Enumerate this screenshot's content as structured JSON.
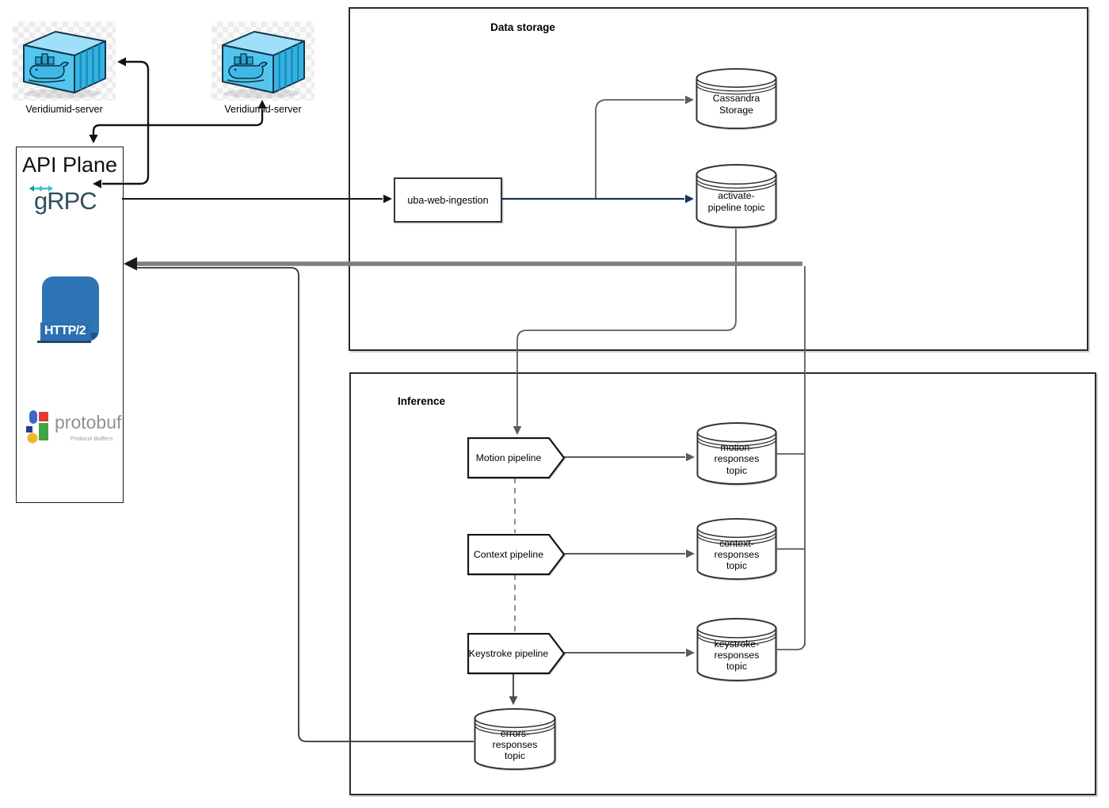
{
  "servers": [
    {
      "label": "Veridiumid-server"
    },
    {
      "label": "Veridiumid-server"
    }
  ],
  "api_plane": {
    "title": "API Plane",
    "grpc_label": "gRPC",
    "http2_label": "HTTP/2",
    "protobuf_label": "protobuf",
    "protobuf_sub": "Protocol Buffers"
  },
  "data_storage": {
    "title": "Data storage",
    "ingestion_label": "uba-web-ingestion",
    "cassandra_label": "Cassandra\nStorage",
    "activate_label": "activate-\npipeline topic"
  },
  "inference": {
    "title": "Inference",
    "pipelines": [
      {
        "label": "Motion pipeline"
      },
      {
        "label": "Context pipeline"
      },
      {
        "label": "Keystroke pipeline"
      }
    ],
    "topics": [
      {
        "label": "motion-\nresponses\ntopic"
      },
      {
        "label": "context-\nresponses\ntopic"
      },
      {
        "label": "keystroke-\nresponses\ntopic"
      }
    ],
    "errors_label": "errors-\nresponses\ntopic"
  },
  "colors": {
    "container_cyan": "#53c6ee",
    "grpc_text": "#2f4f5e",
    "grpc_icon_teal": "#3fc0c4",
    "http2_blue": "#2e75b6",
    "protobuf_gray": "#909090",
    "connector_gray": "#5c5c5c",
    "connector_navy": "#17365d",
    "connector_black": "#141414",
    "thick_gray": "#7f7f7f"
  }
}
